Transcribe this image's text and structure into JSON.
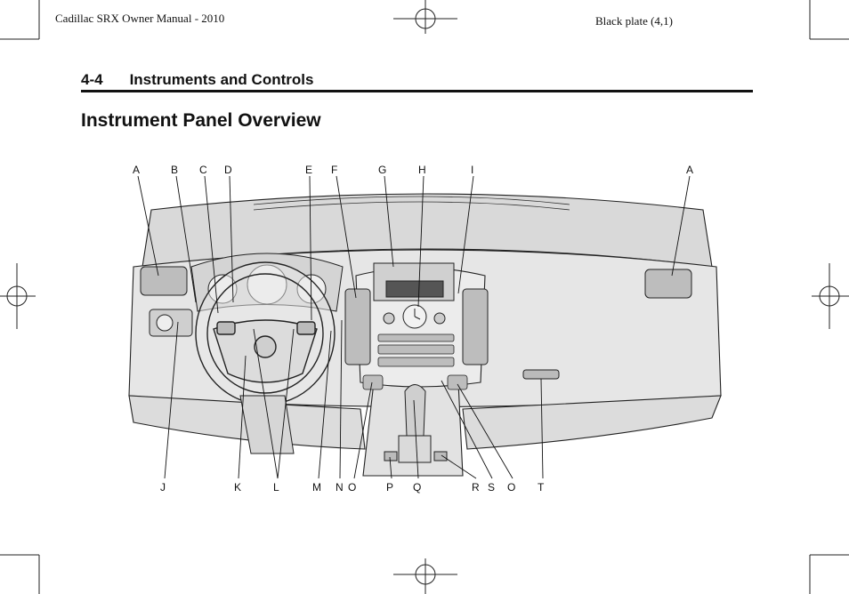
{
  "header": {
    "manual_title": "Cadillac SRX Owner Manual - 2010",
    "plate": "Black plate (4,1)"
  },
  "section": {
    "number": "4-4",
    "title": "Instruments and Controls"
  },
  "page_title": "Instrument Panel Overview",
  "callouts_top": [
    "A",
    "B",
    "C",
    "D",
    "E",
    "F",
    "G",
    "H",
    "I",
    "A"
  ],
  "callouts_bottom": [
    "J",
    "K",
    "L",
    "M",
    "N",
    "O",
    "P",
    "Q",
    "R",
    "S",
    "O",
    "T"
  ]
}
